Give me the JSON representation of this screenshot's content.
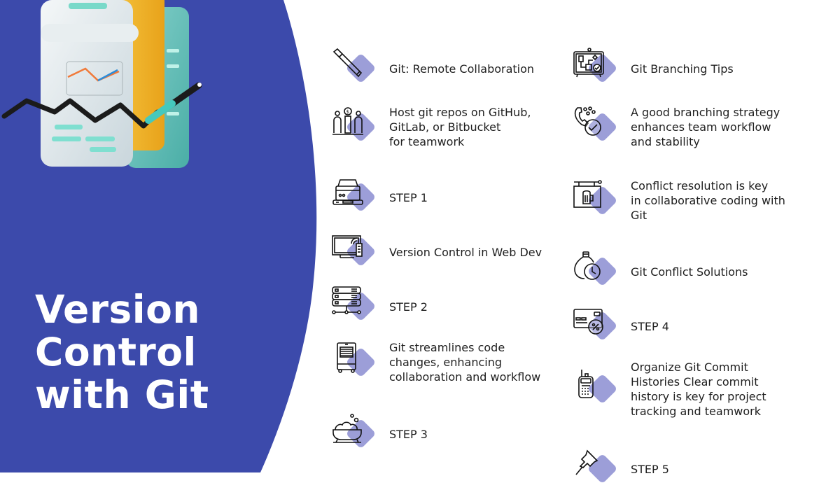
{
  "slide": {
    "title_lines": [
      "Version",
      "Control",
      "with Git"
    ],
    "colors": {
      "panel": "#3c4aab",
      "diamond": "#9c9ed8",
      "text": "#1e1e1e",
      "title": "#ffffff"
    }
  },
  "left_column": [
    {
      "icon": "pen-icon",
      "text": "Git: Remote Collaboration"
    },
    {
      "icon": "team-finance-icon",
      "text": "Host git repos on GitHub,\nGitLab, or Bitbucket\nfor teamwork"
    },
    {
      "icon": "printer-icon",
      "text": "STEP 1"
    },
    {
      "icon": "monitor-remote-icon",
      "text": "Version Control in Web Dev"
    },
    {
      "icon": "server-network-icon",
      "text": "STEP 2"
    },
    {
      "icon": "air-cooler-icon",
      "text": "Git streamlines code\nchanges, enhancing\ncollaboration and workflow"
    },
    {
      "icon": "bathtub-icon",
      "text": "STEP 3"
    }
  ],
  "right_column": [
    {
      "icon": "flowchart-board-icon",
      "text": "Git Branching Tips"
    },
    {
      "icon": "phone-check-icon",
      "text": "A good branching strategy\nenhances team workflow\nand stability"
    },
    {
      "icon": "pub-sign-icon",
      "text": "Conflict resolution is key\nin collaborative coding with\nGit"
    },
    {
      "icon": "bulb-clock-icon",
      "text": "Git Conflict Solutions"
    },
    {
      "icon": "card-discount-icon",
      "text": "STEP 4"
    },
    {
      "icon": "walkie-talkie-icon",
      "text": "Organize Git Commit\nHistories Clear commit\nhistory is key for project\ntracking and teamwork"
    },
    {
      "icon": "pushpin-icon",
      "text": "STEP 5"
    }
  ]
}
